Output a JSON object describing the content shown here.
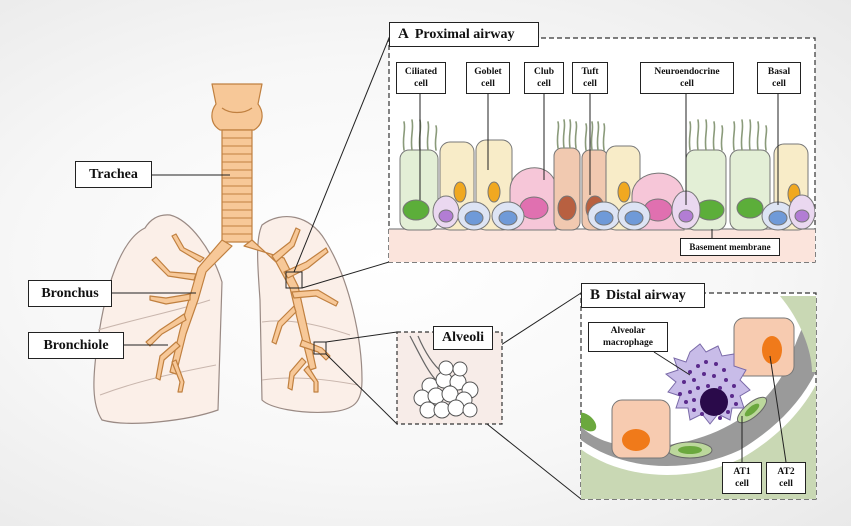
{
  "organ_labels": {
    "trachea": "Trachea",
    "bronchus": "Bronchus",
    "bronchiole": "Bronchiole",
    "alveoli": "Alveoli"
  },
  "panel_a": {
    "letter": "A",
    "title": "Proximal airway",
    "cells": {
      "ciliated": "Ciliated\ncell",
      "goblet": "Goblet\ncell",
      "club": "Club\ncell",
      "tuft": "Tuft\ncell",
      "neuroendocrine": "Neuroendocrine\ncell",
      "basal": "Basal\ncell"
    },
    "basement_membrane": "Basement membrane"
  },
  "panel_b": {
    "letter": "B",
    "title": "Distal airway",
    "cells": {
      "macrophage": "Alveolar\nmacrophage",
      "at1": "AT1\ncell",
      "at2": "AT2\ncell"
    }
  },
  "colors": {
    "airway_tree": "#f7c898",
    "airway_outline": "#c08040",
    "ciliated_cell": "#e3efd6",
    "ciliated_nucleus": "#5cae3a",
    "goblet_cell": "#f8ecc8",
    "goblet_nucleus": "#f0a820",
    "club_cell": "#f6c6d8",
    "club_nucleus": "#e070b0",
    "tuft_cell": "#f1c9b0",
    "tuft_nucleus": "#b86040",
    "basal_cell": "#dde4f4",
    "basal_nucleus": "#6f9ad8",
    "neuroendocrine_cell": "#ead8f0",
    "neuroendocrine_nucleus": "#b27dd4",
    "macrophage": "#c8bce8",
    "macrophage_granules": "#5b2a8c",
    "at2_cell": "#f7cbb0",
    "at2_nucleus": "#f07a1a",
    "at1_cell": "#bcd89c",
    "at1_nucleus": "#6ba83e"
  }
}
